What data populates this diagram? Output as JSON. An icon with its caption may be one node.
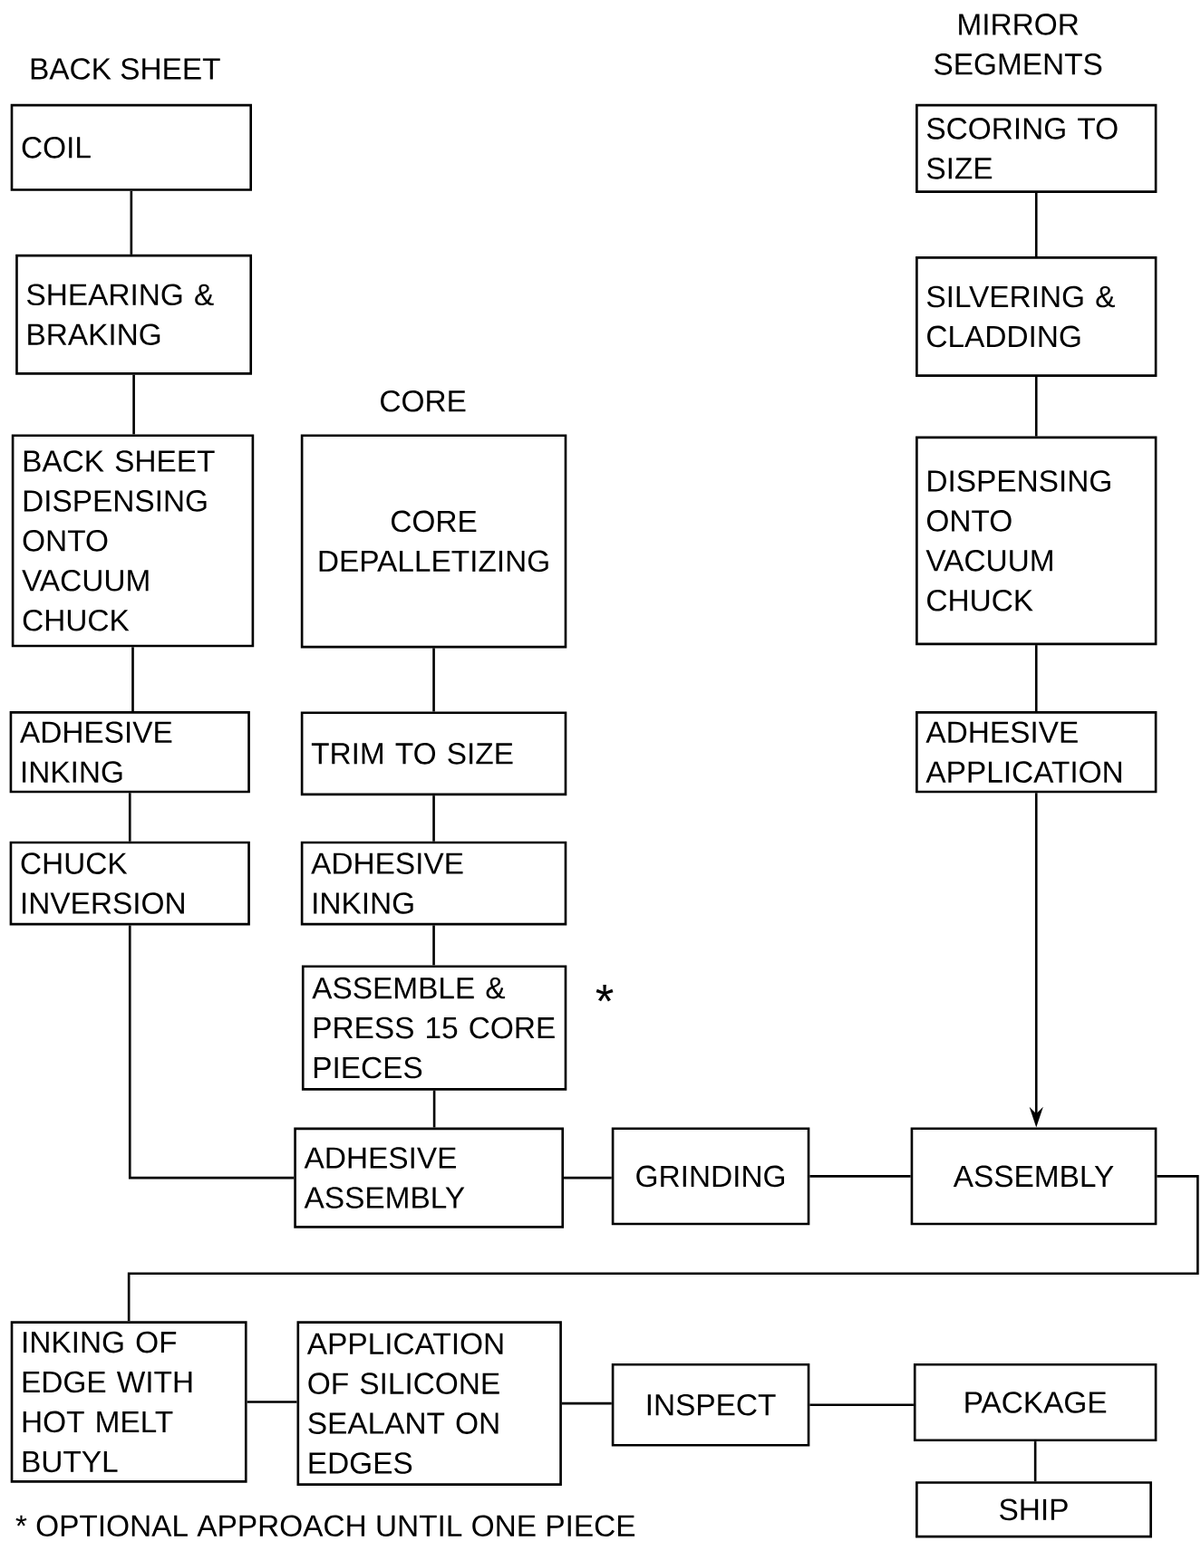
{
  "diagram": {
    "nodes": [
      {
        "text": [
          "COIL"
        ]
      },
      {
        "text": [
          "SHEARING & BRAKING"
        ]
      },
      {
        "text": [
          "BACK SHEET DISPENSING ONTO VACUUM CHUCK"
        ]
      },
      {
        "text": [
          "ADHESIVE INKING"
        ]
      },
      {
        "text": [
          "CHUCK INVERSION"
        ]
      },
      {
        "text": [
          "CORE DEPALLETIZING"
        ]
      },
      {
        "text": [
          "TRIM TO SIZE"
        ]
      },
      {
        "text": [
          "ADHESIVE INKING"
        ]
      },
      {
        "text": [
          "ASSEMBLE & PRESS 15 CORE PIECES"
        ],
        "beside": [
          "*"
        ]
      },
      {
        "text": [
          "ADHESIVE ASSEMBLY"
        ]
      },
      {
        "text": [
          "GRINDING"
        ]
      },
      {
        "text": [
          "SCORING TO SIZE"
        ]
      },
      {
        "text": [
          "SILVERING & CLADDING"
        ]
      },
      {
        "text": [
          "DISPENSING ONTO VACUUM CHUCK"
        ]
      },
      {
        "text": [
          "ADHESIVE APPLICATION"
        ]
      },
      {
        "text": [
          "ASSEMBLY"
        ]
      },
      {
        "text": [
          "INKING OF EDGE WITH HOT MELT BUTYL"
        ]
      },
      {
        "text": [
          "APPLICATION OF SILICONE SEALANT ON EDGES"
        ]
      },
      {
        "text": [
          "INSPECT"
        ]
      },
      {
        "text": [
          "PACKAGE"
        ]
      },
      {
        "text": [
          "SHIP"
        ]
      }
    ],
    "edges": [
      {
        "from": 0,
        "to": 1,
        "arrow": "none"
      },
      {
        "from": 1,
        "to": 2,
        "arrow": "none"
      },
      {
        "from": 2,
        "to": 3,
        "arrow": "none"
      },
      {
        "from": 3,
        "to": 4,
        "arrow": "none"
      },
      {
        "from": 4,
        "to": 9,
        "arrow": "none"
      },
      {
        "from": 5,
        "to": 6,
        "arrow": "none"
      },
      {
        "from": 6,
        "to": 7,
        "arrow": "none"
      },
      {
        "from": 7,
        "to": 8,
        "arrow": "none"
      },
      {
        "from": 8,
        "to": 9,
        "arrow": "none"
      },
      {
        "from": 9,
        "to": 10,
        "arrow": "none"
      },
      {
        "from": 10,
        "to": 15,
        "arrow": "none"
      },
      {
        "from": 11,
        "to": 12,
        "arrow": "none"
      },
      {
        "from": 12,
        "to": 13,
        "arrow": "none"
      },
      {
        "from": 13,
        "to": 14,
        "arrow": "none"
      },
      {
        "from": 14,
        "to": 15,
        "arrow": "to"
      },
      {
        "from": 15,
        "to": 16,
        "arrow": "none"
      },
      {
        "from": 16,
        "to": 17,
        "arrow": "none"
      },
      {
        "from": 17,
        "to": 18,
        "arrow": "none"
      },
      {
        "from": 18,
        "to": 19,
        "arrow": "none"
      },
      {
        "from": 19,
        "to": 20,
        "arrow": "none"
      }
    ],
    "labels": [
      "MIRROR SEGMENTS",
      "BACK SHEET",
      "CORE",
      "* OPTIONAL APPROACH UNTIL ONE PIECE"
    ]
  }
}
